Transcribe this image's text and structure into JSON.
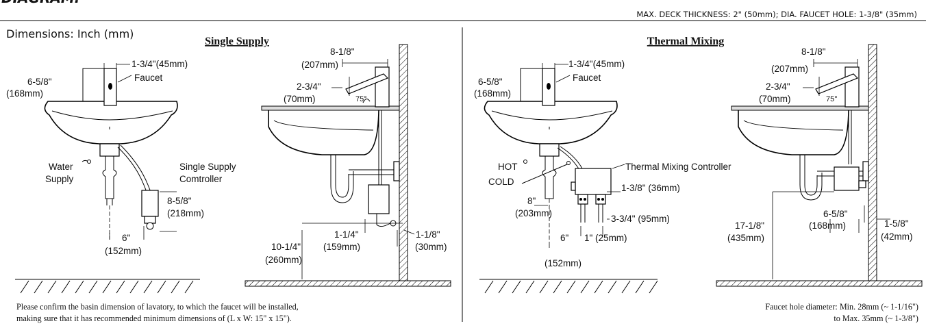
{
  "header": {
    "top_title": "DIAGRAM:",
    "deck_note": "MAX. DECK THICKNESS: 2\" (50mm); DIA. FAUCET HOLE: 1-3/8\" (35mm)",
    "units_label": "Dimensions: Inch (mm)"
  },
  "single": {
    "title": "Single Supply",
    "labels": {
      "faucet_width": "1-3/4\"(45mm)",
      "faucet": "Faucet",
      "height_in": "6-5/8\"",
      "height_mm": "(168mm)",
      "water": "Water",
      "supply": "Supply",
      "controller_1": "Single Supply",
      "controller_2": "Comtroller",
      "ctrl_h_in": "8-5/8\"",
      "ctrl_h_mm": "(218mm)",
      "offset_in": "6\"",
      "offset_mm": "(152mm)",
      "reach_in": "8-1/8\"",
      "reach_mm": "(207mm)",
      "spout_in": "2-3/4\"",
      "spout_mm": "(70mm)",
      "angle": "75°",
      "sensor_in": "1-1/4\"",
      "sensor_mm": "(159mm)",
      "wall_in": "1-1/8\"",
      "wall_mm": "(30mm)",
      "floor_in": "10-1/4\"",
      "floor_mm": "(260mm)"
    },
    "note_1": "Please confirm the basin dimension of lavatory, to which the faucet will be installed,",
    "note_2": "making sure that it has recommended minimum dimensions of (L x W: 15\" x 15\")."
  },
  "thermal": {
    "title": "Thermal Mixing",
    "labels": {
      "faucet_width": "1-3/4\"(45mm)",
      "faucet": "Faucet",
      "height_in": "6-5/8\"",
      "height_mm": "(168mm)",
      "hot": "HOT",
      "cold": "COLD",
      "controller": "Thermal Mixing Controller",
      "d1": "1-3/8\" (36mm)",
      "d2": "3-3/4\" (95mm)",
      "d3": "1\" (25mm)",
      "depth_in": "8\"",
      "depth_mm": "(203mm)",
      "offset_in": "6\"",
      "offset_mm": "(152mm)",
      "reach_in": "8-1/8\"",
      "reach_mm": "(207mm)",
      "spout_in": "2-3/4\"",
      "spout_mm": "(70mm)",
      "angle": "75°",
      "box_in": "6-5/8\"",
      "box_mm": "(168mm)",
      "floor_in": "17-1/8\"",
      "floor_mm": "(435mm)",
      "wall_in": "1-5/8\"",
      "wall_mm": "(42mm)"
    },
    "note_1": "Faucet hole diameter: Min. 28mm (~ 1-1/16\")",
    "note_2": "to Max. 35mm (~ 1-3/8\")"
  }
}
